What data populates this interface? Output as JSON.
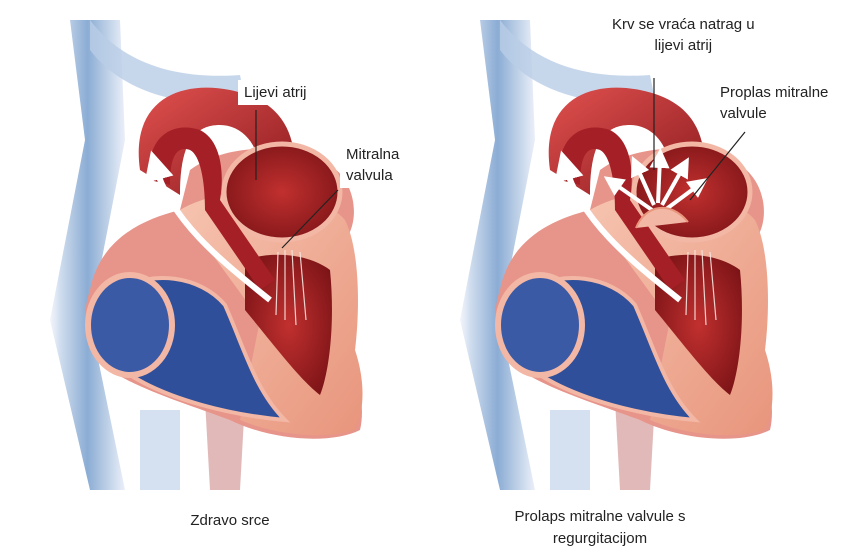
{
  "labels": {
    "left_atrium": "Lijevi atrij",
    "mitral_valve_line1": "Mitralna",
    "mitral_valve_line2": "valvula",
    "backflow_line1": "Krv se vraća natrag u",
    "backflow_line2": "lijevi atrij",
    "prolapse_line1": "Proplas mitralne",
    "prolapse_line2": "valvule"
  },
  "captions": {
    "healthy": "Zdravo srce",
    "prolapse_line1": "Prolaps mitralne valvule s",
    "prolapse_line2": "regurgitacijom"
  },
  "colors": {
    "vein_blue": "#7ea3cf",
    "vein_blue_dark": "#2f4f9a",
    "aorta_red": "#b5222a",
    "tissue_pink": "#f0a78f",
    "chamber_red": "#8c1a1e",
    "arrow_white": "#ffffff"
  }
}
